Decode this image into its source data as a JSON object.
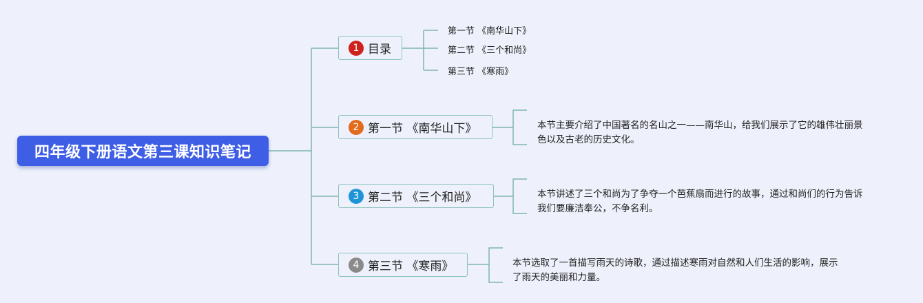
{
  "root": {
    "title": "四年级下册语文第三课知识笔记"
  },
  "colors": {
    "root_bg": "#3f5ee6",
    "connector": "#7fb5ae",
    "badge_1": "#d0221c",
    "badge_2": "#e36b1c",
    "badge_3": "#1e95d8",
    "badge_4": "#8a8a8a"
  },
  "topics": [
    {
      "number": "1",
      "label": "目录",
      "children": [
        "第一节 《南华山下》",
        "第二节 《三个和尚》",
        "第三节 《寒雨》"
      ]
    },
    {
      "number": "2",
      "label": "第一节 《南华山下》",
      "note_lines": [
        "本节主要介绍了中国著名的名山之一——南华山，给我们展示了它的雄伟壮丽景",
        "色以及古老的历史文化。"
      ]
    },
    {
      "number": "3",
      "label": "第二节 《三个和尚》",
      "note_lines": [
        "本节讲述了三个和尚为了争夺一个芭蕉扇而进行的故事，通过和尚们的行为告诉",
        "我们要廉洁奉公，不争名利。"
      ]
    },
    {
      "number": "4",
      "label": "第三节 《寒雨》",
      "note_lines": [
        "本节选取了一首描写雨天的诗歌，通过描述寒雨对自然和人们生活的影响，展示",
        "了雨天的美丽和力量。"
      ]
    }
  ]
}
